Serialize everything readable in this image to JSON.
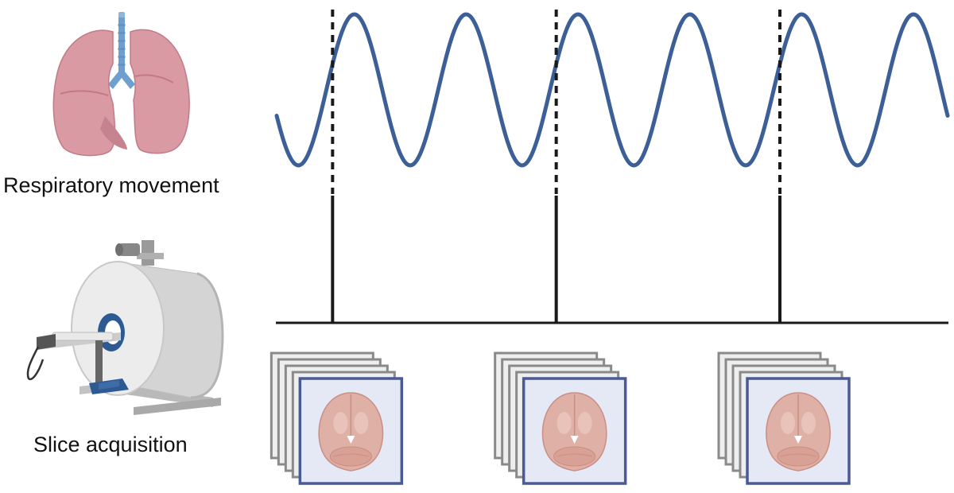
{
  "labels": {
    "respiratory": "Respiratory movement",
    "slice": "Slice acquisition"
  },
  "icons": {
    "lungs": "lungs-icon",
    "scanner": "mri-scanner-icon",
    "slice_stack": "brain-slice-stack-icon"
  },
  "signal": {
    "cycles": 6,
    "start_phase_deg": 200,
    "trigger_cycles": [
      0.5,
      2.5,
      4.5
    ],
    "stack_count": 3,
    "slices_per_stack": 5
  },
  "colors": {
    "waveform": "#3d5f98",
    "trigger_line": "#1a1a1a",
    "lung_fill": "#d99aa4",
    "lung_dark": "#c27a86",
    "trachea": "#6f9fcf",
    "scanner_body": "#d4d4d4",
    "scanner_face": "#ececec",
    "scanner_blue": "#2d5a93",
    "slice_frame": "#4a5a95",
    "slice_bg": "#e5e8f5",
    "slice_gray": "#8a8a8a",
    "brain": "#dfb0a5"
  }
}
